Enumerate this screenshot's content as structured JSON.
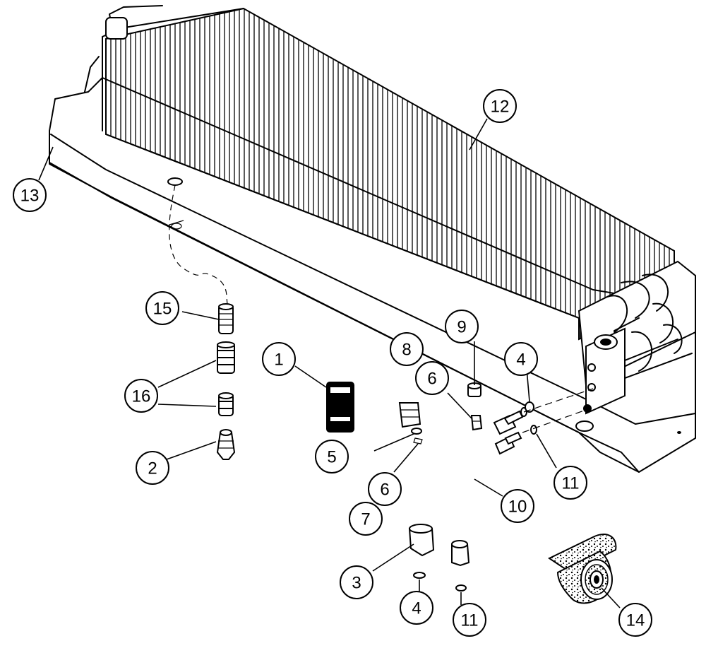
{
  "callouts": [
    {
      "id": "c1",
      "label": "1"
    },
    {
      "id": "c2",
      "label": "2"
    },
    {
      "id": "c3",
      "label": "3"
    },
    {
      "id": "c4a",
      "label": "4"
    },
    {
      "id": "c4b",
      "label": "4"
    },
    {
      "id": "c5",
      "label": "5"
    },
    {
      "id": "c6a",
      "label": "6"
    },
    {
      "id": "c6b",
      "label": "6"
    },
    {
      "id": "c7",
      "label": "7"
    },
    {
      "id": "c8",
      "label": "8"
    },
    {
      "id": "c9",
      "label": "9"
    },
    {
      "id": "c10",
      "label": "10"
    },
    {
      "id": "c11a",
      "label": "11"
    },
    {
      "id": "c11b",
      "label": "11"
    },
    {
      "id": "c12",
      "label": "12"
    },
    {
      "id": "c13",
      "label": "13"
    },
    {
      "id": "c14",
      "label": "14"
    },
    {
      "id": "c15",
      "label": "15"
    },
    {
      "id": "c16",
      "label": "16"
    }
  ]
}
